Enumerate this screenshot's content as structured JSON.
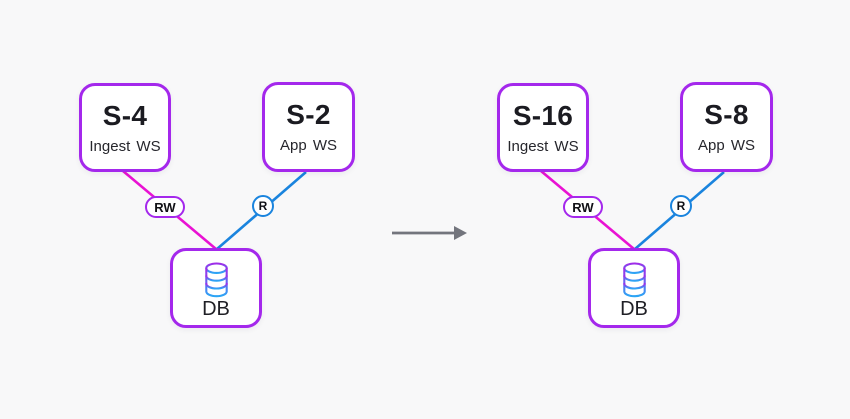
{
  "diagram": {
    "description_colors": {
      "background": "#f8f8f9",
      "node_border": "#a428ec",
      "edge_rw": "#e912d3",
      "edge_r": "#1a84de",
      "transition_arrow": "#73757d",
      "text": "#1b1b21",
      "db_icon_gradient_top": "#a12ae8",
      "db_icon_gradient_bottom": "#2ba6f5"
    },
    "icons": {
      "db_icon": "database-cylinder-icon",
      "transition": "right-arrow-icon"
    },
    "groups": [
      {
        "name": "before",
        "ingest": {
          "title": "S-4",
          "subtitle": "Ingest WS"
        },
        "app": {
          "title": "S-2",
          "subtitle": "App WS"
        },
        "db": {
          "label": "DB"
        },
        "edges": {
          "rw_label": "RW",
          "r_label": "R"
        }
      },
      {
        "name": "after",
        "ingest": {
          "title": "S-16",
          "subtitle": "Ingest WS"
        },
        "app": {
          "title": "S-8",
          "subtitle": "App WS"
        },
        "db": {
          "label": "DB"
        },
        "edges": {
          "rw_label": "RW",
          "r_label": "R"
        }
      }
    ]
  }
}
